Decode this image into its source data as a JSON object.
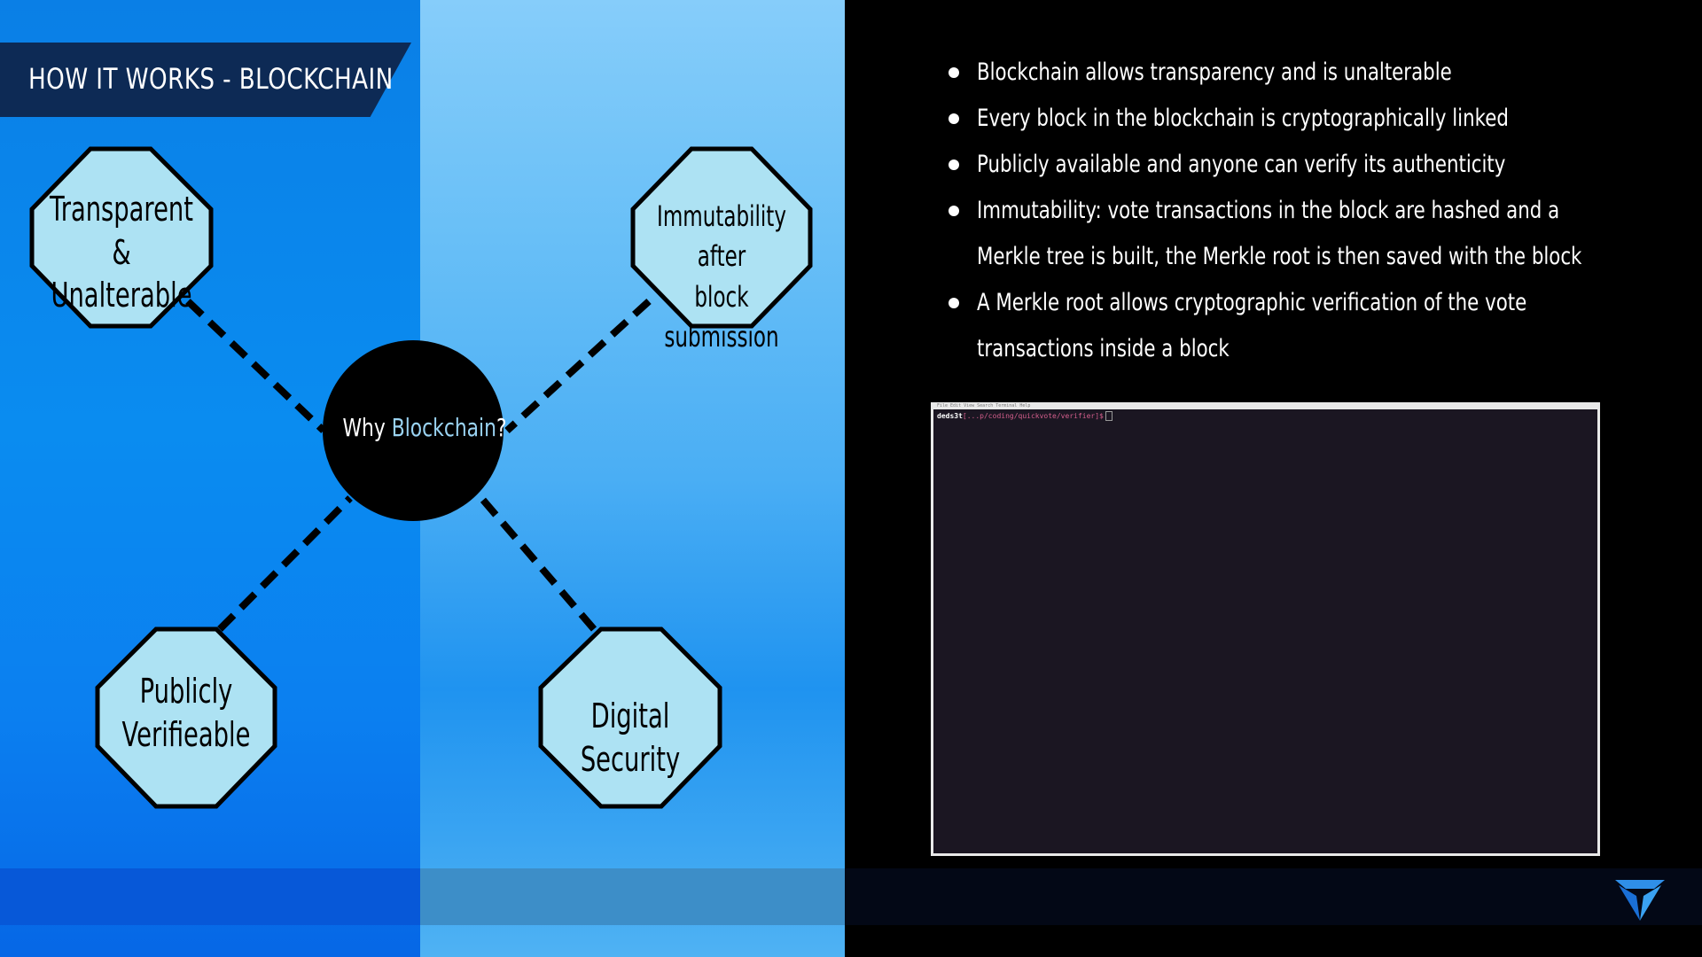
{
  "slide": {
    "title": "HOW IT WORKS - BLOCKCHAIN"
  },
  "diagram": {
    "center": {
      "prefix": "Why ",
      "highlight": "Blockchain",
      "suffix": "?",
      "highlight_color": "#9ad3f2"
    },
    "nodes": [
      {
        "line1": "Transparent &",
        "line2": "Unalterable"
      },
      {
        "line1": "Immutability after",
        "line2": "block submission"
      },
      {
        "line1": "Publicly",
        "line2": "Verifieable"
      },
      {
        "line1": "Digital Security",
        "line2": ""
      }
    ],
    "node_fill": "#ade2f3"
  },
  "bullets": [
    "Blockchain allows transparency and is unalterable",
    "Every block in the blockchain is cryptographically linked",
    "Publicly available and anyone can verify its authenticity",
    "Immutability: vote transactions in the block are hashed and a",
    "Merkle tree is built, the Merkle root is then saved with the block",
    "A Merkle root allows cryptographic verification of the vote",
    "transactions inside a block"
  ],
  "terminal": {
    "menu": "File  Edit  View  Search  Terminal  Help",
    "user": "deds3t",
    "path": "[...p/coding/quickvote/verifier]$"
  },
  "colors": {
    "banner": "#0d2a55",
    "left_panel": "#0a8cf0",
    "mid_panel": "#68bff7",
    "terminal_bg": "#1b1622"
  },
  "logo_icon": "v-shield-logo-icon"
}
